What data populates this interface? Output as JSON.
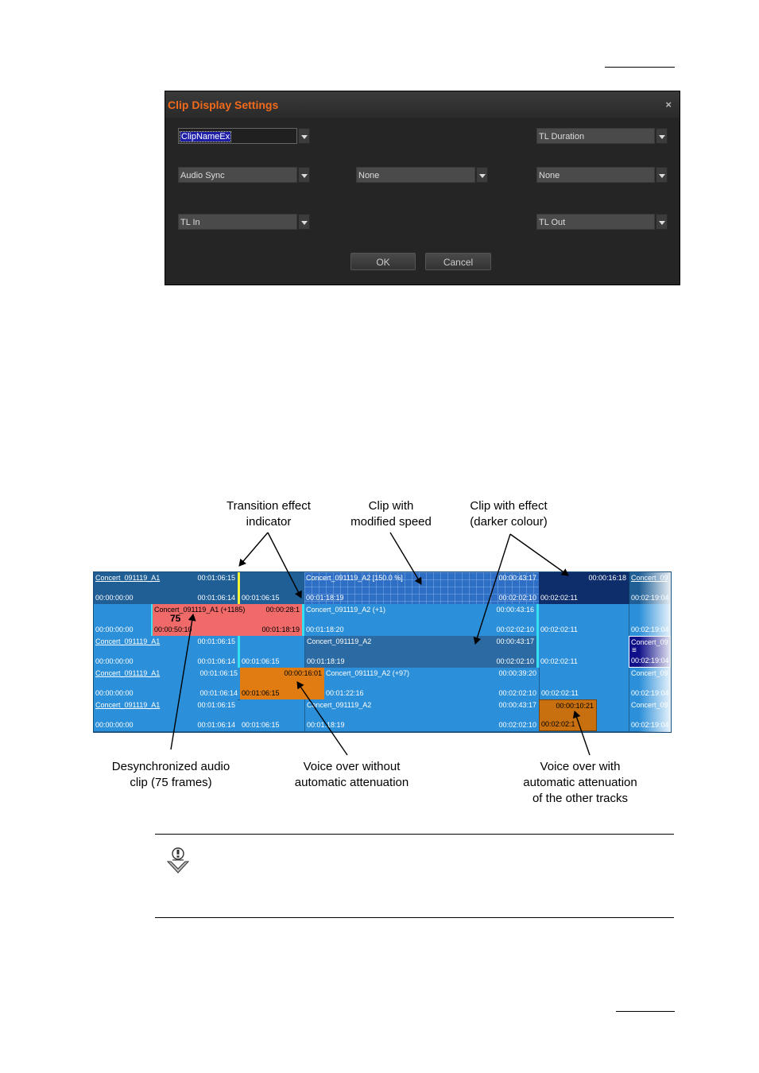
{
  "dialog": {
    "title": "Clip Display Settings",
    "close_glyph": "×",
    "fields": {
      "top_left": "ClipNameEx",
      "top_right": "TL Duration",
      "mid_left": "Audio Sync",
      "mid_center": "None",
      "mid_right": "None",
      "bottom_left": "TL In",
      "bottom_right": "TL Out"
    },
    "ok_label": "OK",
    "cancel_label": "Cancel"
  },
  "figure": {
    "labels": {
      "transition": "Transition effect\nindicator",
      "speed": "Clip with\nmodified speed",
      "effect": "Clip with effect\n(darker colour)",
      "desync": "Desynchronized audio\nclip (75 frames)",
      "voice_no_att": "Voice over without\nautomatic attenuation",
      "voice_att": "Voice over with\nautomatic attenuation\nof the other tracks"
    },
    "timeline": {
      "r1": {
        "c1": {
          "tl": "Concert_091119_A1",
          "tr": "00:01:06:15",
          "bl": "00:00:00:00",
          "br": "00:01:06:14"
        },
        "c2": {
          "bl": "00:01:06:15"
        },
        "c3": {
          "tl": "Concert_091119_A2 [150.0 %]",
          "tr": "00:00:43:17",
          "bl": "00:01:18:19",
          "br": "00:02:02:10"
        },
        "c4": {
          "tr": "00:00:16:18",
          "bl": "00:02:02:11"
        },
        "c5": {
          "tl": "Concert_09",
          "bl": "00:02:19:04"
        }
      },
      "r2": {
        "c1": {
          "bl": "00:00:00:00"
        },
        "c2": {
          "tl": "Concert_091119_A1 (+1185)",
          "big": "75",
          "tr": "00:00:28:1",
          "bl": "00:00:50:10",
          "br": "00:01:18:19"
        },
        "c3": {
          "tl": "Concert_091119_A2 (+1)",
          "tr": "00:00:43:16",
          "bl": "00:01:18:20",
          "br": "00:02:02:10"
        },
        "c4": {
          "bl": "00:02:02:11"
        },
        "c5": {
          "bl": "00:02:19:04"
        }
      },
      "r3": {
        "c1": {
          "tl": "Concert_091119_A1",
          "tr": "00:01:06:15",
          "bl": "00:00:00:00",
          "br": "00:01:06:14"
        },
        "c2": {
          "bl": "00:01:06:15"
        },
        "c3": {
          "tl": "Concert_091119_A2",
          "tr": "00:00:43:17",
          "bl": "00:01:18:19",
          "br": "00:02:02:10"
        },
        "c4": {
          "bl": "00:02:02:11"
        },
        "c5": {
          "tl": "Concert_09",
          "mid": "≡",
          "bl": "00:02:19:04"
        }
      },
      "r4": {
        "c1": {
          "tl": "Concert_091119_A1",
          "tr": "00:01:06:15",
          "bl": "00:00:00:00",
          "br": "00:01:06:14"
        },
        "c2": {
          "tr": "00:00:16:01",
          "bl": "00:01:06:15"
        },
        "c3": {
          "tl": "Concert_091119_A2 (+97)",
          "tr": "00:00:39:20",
          "bl": "00:01:22:16",
          "br": "00:02:02:10"
        },
        "c4": {
          "bl": "00:02:02:11"
        },
        "c5": {
          "tl": "Concert_09",
          "bl": "00:02:19:04"
        }
      },
      "r5": {
        "c1": {
          "tl": "Concert_091119_A1",
          "tr": "00:01:06:15",
          "bl": "00:00:00:00",
          "br": "00:01:06:14"
        },
        "c2": {
          "bl": "00:01:06:15"
        },
        "c3": {
          "tl": "Concert_091119_A2",
          "tr": "00:00:43:17",
          "bl": "00:01:18:19",
          "br": "00:02:02:10"
        },
        "c4": {
          "tr": "00:00:10:21",
          "bl": "00:02:02:1"
        },
        "c5": {
          "tl": "Concert_09",
          "bl": "00:02:19:04"
        }
      }
    }
  },
  "colors": {
    "dialog_title": "#f26a1b",
    "clip_blue": "#2b8fd9",
    "clip_dark_blue": "#1f5f96",
    "clip_navy": "#0e2d6b",
    "clip_red": "#f06a6a",
    "clip_orange": "#e07c12",
    "transition": "#36e0f0",
    "speed_grid": "#2e6ec4"
  },
  "icons": {
    "note": "note-icon"
  }
}
